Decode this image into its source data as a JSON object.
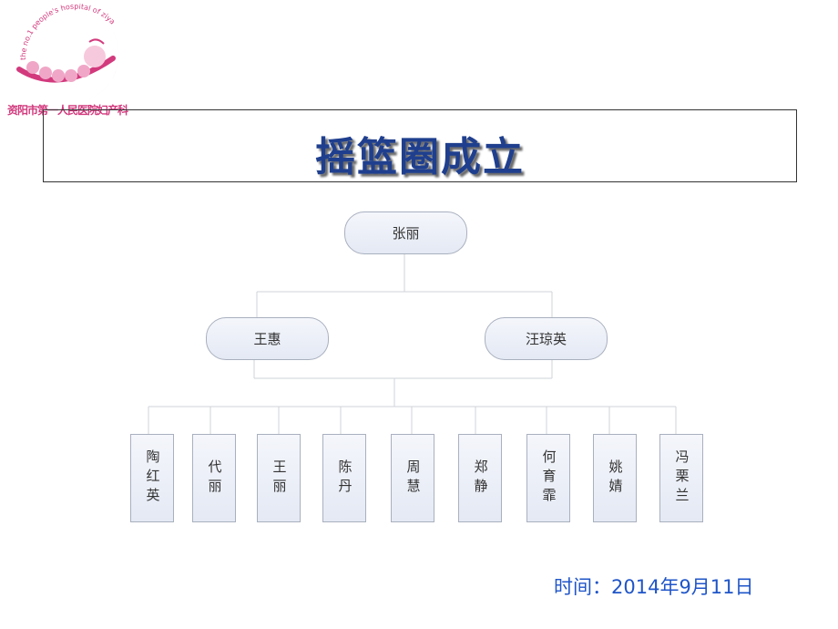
{
  "logo": {
    "arc_text": "the no.1 people's hospital of ziyang",
    "caption": "资阳市第一人民医院妇产科"
  },
  "title": "摇篮圈成立",
  "org": {
    "root": "张丽",
    "level2": [
      "王惠",
      "汪琼英"
    ],
    "leaves": [
      "陶红英",
      "代丽",
      "王丽",
      "陈丹",
      "周慧",
      "郑静",
      "何育霏",
      "姚婧",
      "冯栗兰"
    ]
  },
  "footer": {
    "date": "时间：2014年9月11日"
  },
  "colors": {
    "title": "#1f3f8e",
    "date": "#1f55c8",
    "logo_pink": "#d23a7d",
    "node_fill": "#e4e9f4",
    "node_border": "#a9b0be"
  }
}
